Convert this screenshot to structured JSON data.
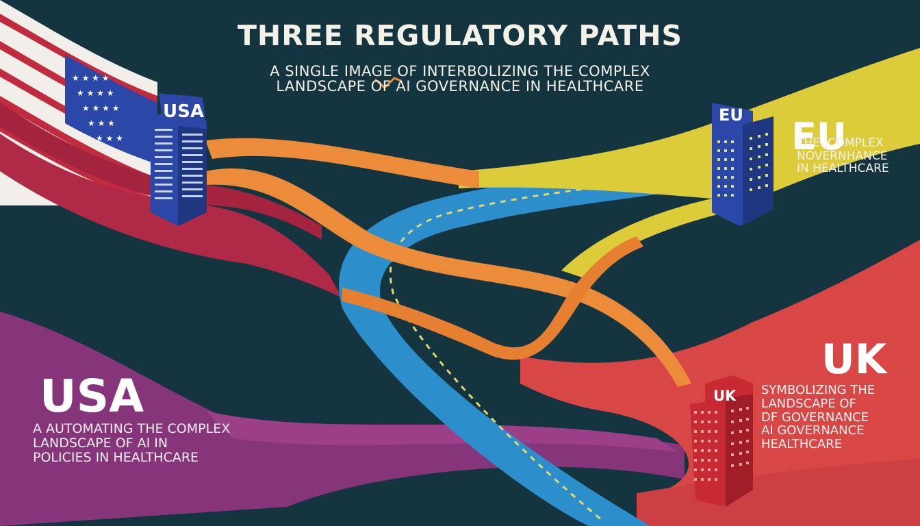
{
  "header": {
    "title": "THREE REGULATORY PATHS",
    "subtitle_line1": "A SINGLE IMAGE OF INTERBOLIZING THE COMPLEX",
    "subtitle_line2": "LANDSCAPE OF   AI GOVERNANCE IN HEALTHCARE"
  },
  "usa_building": {
    "label": "USA"
  },
  "eu_building": {
    "label": "EU"
  },
  "uk_building": {
    "label": "UK"
  },
  "eu_panel": {
    "label": "EU",
    "blurb": "THE  COMPLEX\nNOVERNHANCE\nIN HEALTHCARE"
  },
  "uk_panel": {
    "label": "UK",
    "blurb": "SYMBOLIZING THE\nLANDSCAPE OF\nDF GOVERNANCE\nAI GOVERNANCE\nHEALTHCARE"
  },
  "usa_panel": {
    "label": "USA",
    "blurb": "A AUTOMATING THE COMPLEX\nLANDSCAPE OF AI IN\nPOLICIES IN HEALTHCARE"
  },
  "colors": {
    "background": "#14343f",
    "usa_red": "#b02a47",
    "usa_blue": "#2b47a8",
    "eu_yellow": "#dccc3a",
    "uk_red": "#d84646",
    "orange": "#ec8c3a",
    "road_blue": "#2c8fcc",
    "purple": "#86357a"
  },
  "icons": {
    "subtitle_glyph": "chevron-mark-icon",
    "flag": "us-flag-icon"
  }
}
